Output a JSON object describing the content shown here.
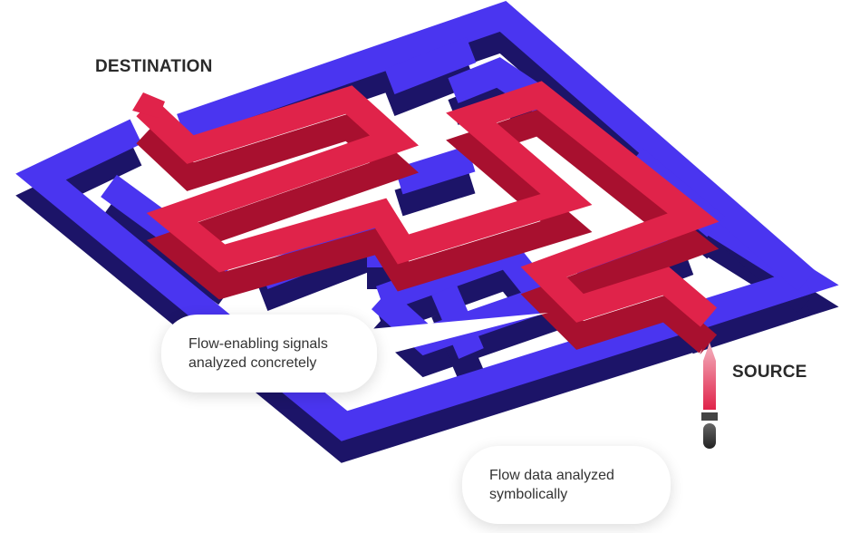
{
  "labels": {
    "destination": "DESTINATION",
    "source": "SOURCE"
  },
  "callouts": [
    {
      "line1": "Flow-enabling signals",
      "line2": "analyzed concretely"
    },
    {
      "line1": "Flow data analyzed",
      "line2": "symbolically"
    }
  ],
  "colors": {
    "maze_top": "#4a35f0",
    "maze_side": "#1c1468",
    "path_top": "#e0234a",
    "path_side": "#a8102f",
    "probe": "#3a3a3a"
  }
}
